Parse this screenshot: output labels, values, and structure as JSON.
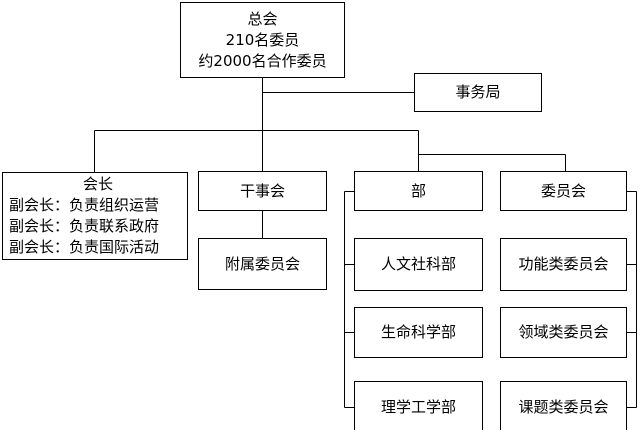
{
  "diagram": {
    "general_assembly": {
      "title": "总会",
      "line2": "210名委员",
      "line3": "约2000名合作委员"
    },
    "secretariat": "事务局",
    "president_box": {
      "title": "会长",
      "vp1": "副会长：负责组织运营",
      "vp2": "副会长：负责联系政府",
      "vp3": "副会长：负责国际活动"
    },
    "board": "干事会",
    "board_affiliate": "附属委员会",
    "departments": {
      "title": "部",
      "items": [
        "人文社科部",
        "生命科学部",
        "理学工学部"
      ]
    },
    "committees": {
      "title": "委员会",
      "items": [
        "功能类委员会",
        "领域类委员会",
        "课题类委员会"
      ]
    }
  }
}
